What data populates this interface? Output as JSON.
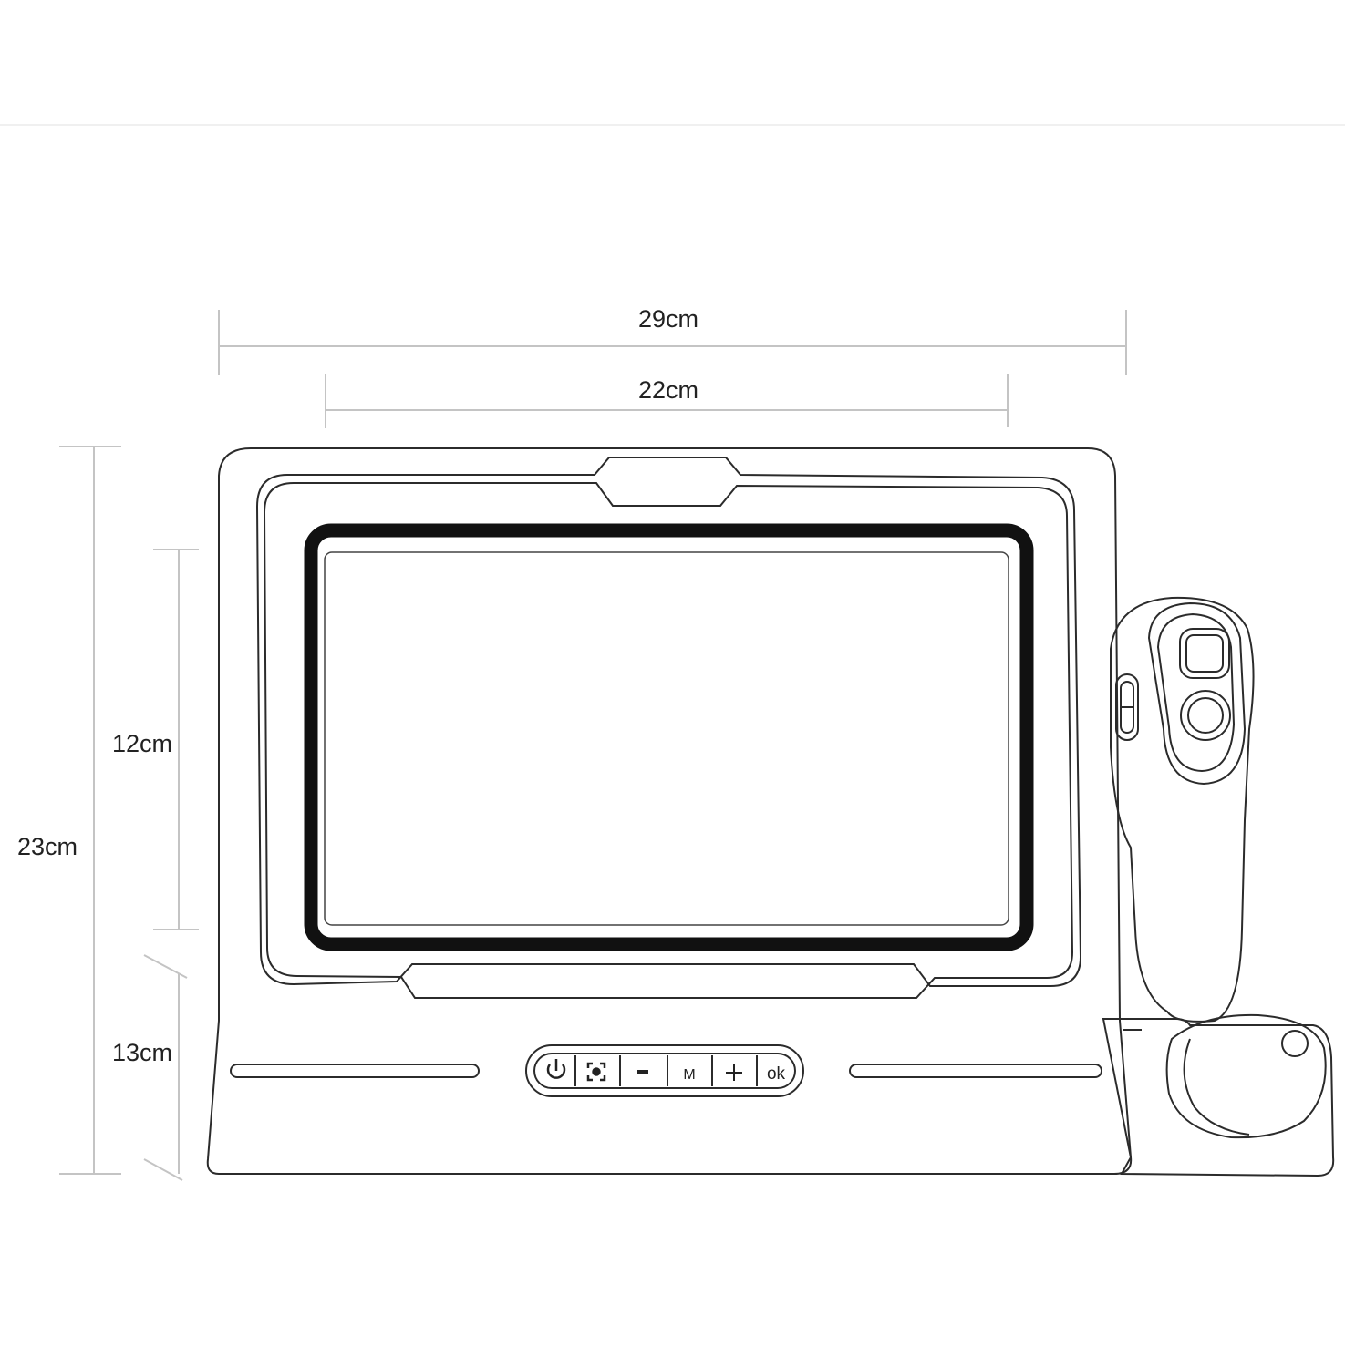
{
  "dimensions": {
    "overall_width": "29cm",
    "screen_width": "22cm",
    "overall_height": "23cm",
    "screen_height": "12cm",
    "base_height": "13cm"
  },
  "buttons": [
    {
      "id": "power",
      "icon": "power-icon",
      "label": ""
    },
    {
      "id": "capture",
      "icon": "capture-icon",
      "label": ""
    },
    {
      "id": "minus",
      "icon": "minus-icon",
      "label": ""
    },
    {
      "id": "menu",
      "icon": "",
      "label": "M"
    },
    {
      "id": "plus",
      "icon": "plus-icon",
      "label": ""
    },
    {
      "id": "ok",
      "icon": "",
      "label": "ok"
    }
  ],
  "colors": {
    "outline": "#2b2b2b",
    "screen_bezel": "#111111",
    "dimension_line": "#bdbdbd",
    "background": "#ffffff"
  }
}
